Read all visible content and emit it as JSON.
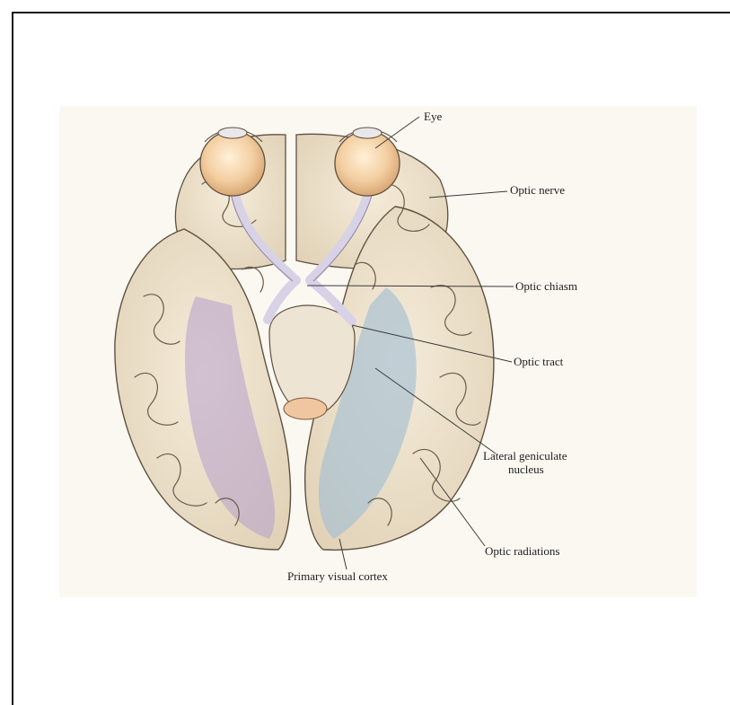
{
  "labels": {
    "eye": "Eye",
    "optic_nerve": "Optic nerve",
    "optic_chiasm": "Optic chiasm",
    "optic_tract": "Optic tract",
    "lgn_line1": "Lateral geniculate",
    "lgn_line2": "nucleus",
    "optic_radiations": "Optic radiations",
    "primary_visual_cortex": "Primary visual cortex"
  },
  "colors": {
    "cortex": "#ece0c9",
    "sulcus": "#6a5a48",
    "visual_pathway": "#d8d2e6",
    "left_radiation": "#b49fcc",
    "right_radiation": "#9fbdd3",
    "eyeball": "#f3c99a"
  }
}
